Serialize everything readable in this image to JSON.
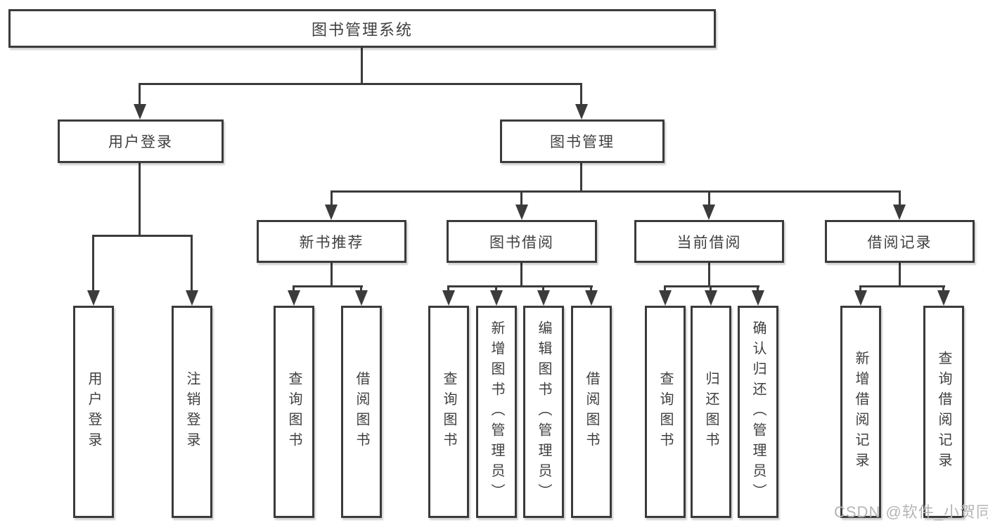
{
  "diagram": {
    "root": {
      "label": "图书管理系统"
    },
    "level2": [
      {
        "label": "用户登录"
      },
      {
        "label": "图书管理"
      }
    ],
    "level3": [
      {
        "label": "新书推荐"
      },
      {
        "label": "图书借阅"
      },
      {
        "label": "当前借阅"
      },
      {
        "label": "借阅记录"
      }
    ],
    "leaves": {
      "user_login": [
        "用户登录",
        "注销登录"
      ],
      "new_book": [
        "查询图书",
        "借阅图书"
      ],
      "book_borrow": [
        "查询图书",
        "新增图书（管理员）",
        "编辑图书（管理员）",
        "借阅图书"
      ],
      "current_borrow": [
        "查询图书",
        "归还图书",
        "确认归还（管理员）"
      ],
      "borrow_record": [
        "新增借阅记录",
        "查询借阅记录"
      ]
    },
    "colors": {
      "line": "#3b3b3b",
      "text": "#3f3f3f",
      "box_background": "#ffffff",
      "watermark": "#b5b5b5",
      "page_background": "#ffffff"
    }
  },
  "watermark": {
    "text": "CSDN @软件_小贺同学"
  }
}
